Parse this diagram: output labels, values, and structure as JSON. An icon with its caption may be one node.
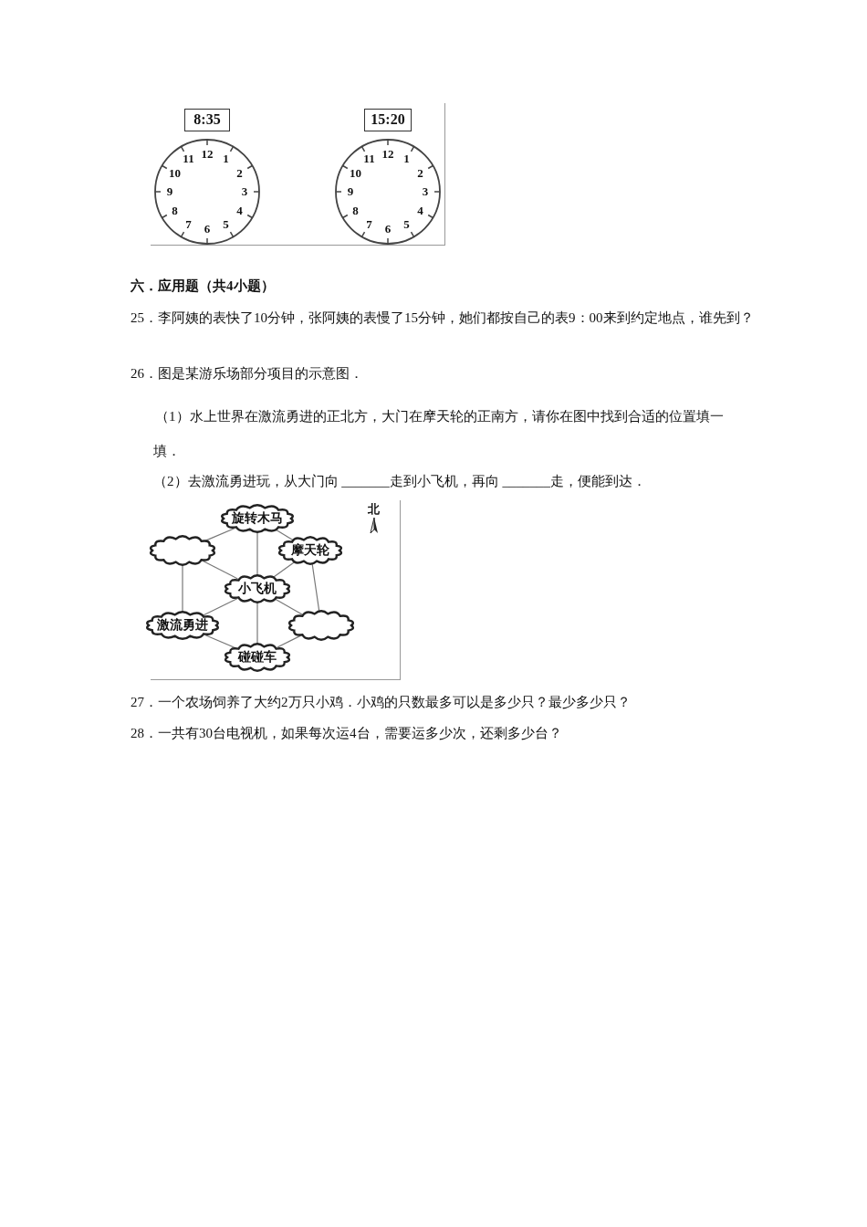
{
  "diagram": {
    "nodes": [
      {
        "text": [
          "8:35"
        ]
      },
      {
        "text": [
          "12",
          "1",
          "2",
          "3",
          "4",
          "5",
          "6",
          "7",
          "8",
          "9",
          "10",
          "11"
        ]
      },
      {
        "text": [
          "15:20"
        ]
      },
      {
        "text": [
          "12",
          "1",
          "2",
          "3",
          "4",
          "5",
          "6",
          "7",
          "8",
          "9",
          "10",
          "11"
        ]
      },
      {
        "text": [
          "旋转木马"
        ]
      },
      {
        "text": [],
        "shape": "cloud"
      },
      {
        "text": [
          "摩天轮"
        ]
      },
      {
        "text": [
          "小飞机"
        ]
      },
      {
        "text": [
          "激流勇进"
        ]
      },
      {
        "text": [],
        "shape": "cloud"
      },
      {
        "text": [
          "碰碰车"
        ]
      }
    ],
    "edges": [
      {
        "from": 4,
        "to": 5,
        "arrow": "none"
      },
      {
        "from": 4,
        "to": 6,
        "arrow": "none"
      },
      {
        "from": 4,
        "to": 7,
        "arrow": "none"
      },
      {
        "from": 5,
        "to": 7,
        "arrow": "none"
      },
      {
        "from": 6,
        "to": 7,
        "arrow": "none"
      },
      {
        "from": 5,
        "to": 8,
        "arrow": "none"
      },
      {
        "from": 6,
        "to": 9,
        "arrow": "none"
      },
      {
        "from": 7,
        "to": 8,
        "arrow": "none"
      },
      {
        "from": 7,
        "to": 10,
        "arrow": "none"
      },
      {
        "from": 7,
        "to": 9,
        "arrow": "none"
      },
      {
        "from": 8,
        "to": 10,
        "arrow": "none"
      },
      {
        "from": 9,
        "to": 10,
        "arrow": "none"
      }
    ],
    "labels": [
      "六．应用题（共4小题）",
      "25．李阿姨的表快了10分钟，张阿姨的表慢了15分钟，她们都按自己的表9：00来到约定地点，谁先到？",
      "26．图是某游乐场部分项目的示意图．",
      "（1）水上世界在激流勇进的正北方，大门在摩天轮的正南方，请你在图中找到合适的位置填一填．",
      "（2）去激流勇进玩，从大门向 _______走到小飞机，再向 _______走，便能到达．",
      "北",
      "27．一个农场饲养了大约2万只小鸡．小鸡的只数最多可以是多少只？最少多少只？",
      "28．一共有30台电视机，如果每次运4台，需要运多少次，还剩多少台？"
    ]
  }
}
